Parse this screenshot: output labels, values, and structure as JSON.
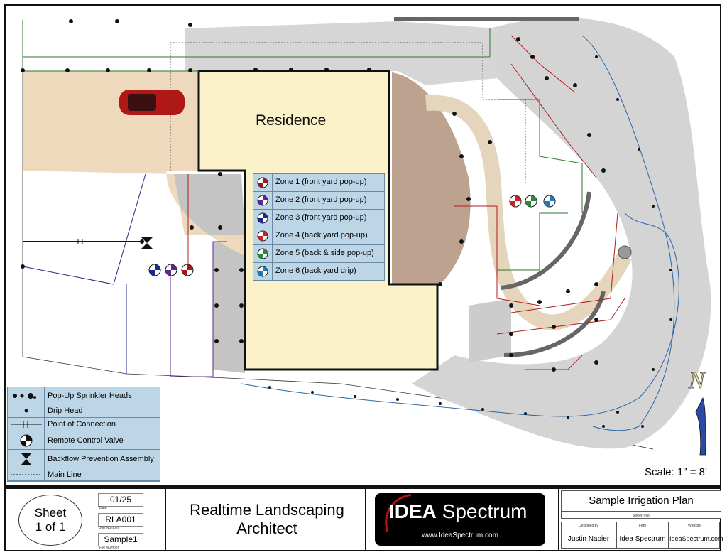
{
  "plan": {
    "residence_label": "Residence",
    "scale_text": "Scale: 1\" = 8'",
    "north_symbol": "N"
  },
  "legend": {
    "items": [
      {
        "icon": "popup-sprinkler-heads-icon",
        "label": "Pop-Up Sprinkler Heads"
      },
      {
        "icon": "drip-head-icon",
        "label": "Drip Head"
      },
      {
        "icon": "point-of-connection-icon",
        "label": "Point of Connection"
      },
      {
        "icon": "remote-control-valve-icon",
        "label": "Remote Control Valve"
      },
      {
        "icon": "backflow-prevention-icon",
        "label": "Backflow Prevention Assembly"
      },
      {
        "icon": "main-line-icon",
        "label": "Main Line"
      }
    ]
  },
  "zones": {
    "items": [
      {
        "label": "Zone 1 (front yard pop-up)",
        "color": "#9b1b1b"
      },
      {
        "label": "Zone 2 (front yard pop-up)",
        "color": "#5a2a8a"
      },
      {
        "label": "Zone 3 (front yard pop-up)",
        "color": "#1b2a8a"
      },
      {
        "label": "Zone 4 (back yard pop-up)",
        "color": "#c0282a"
      },
      {
        "label": "Zone 5 (back & side pop-up)",
        "color": "#2a8a3a"
      },
      {
        "label": "Zone 6 (back yard drip)",
        "color": "#1b7ab8"
      }
    ]
  },
  "title_block": {
    "sheet_word": "Sheet",
    "sheet_num": "1 of 1",
    "date": "01/25",
    "date_label": "Date",
    "job_number": "RLA001",
    "job_label": "Job Number",
    "file_number": "Sample1",
    "file_label": "File Number",
    "firm_line1": "Realtime Landscaping",
    "firm_line2": "Architect",
    "logo_main": "IDEA",
    "logo_sub": "Spectrum",
    "logo_url": "www.IdeaSpectrum.com",
    "sheet_title": "Sample Irrigation Plan",
    "sheet_title_label": "Sheet Title",
    "designed_by_label": "Designed by",
    "designed_by": "Justin Napier",
    "firm_label": "Firm",
    "firm": "Idea Spectrum",
    "website_label": "Website",
    "website": "IdeaSpectrum.com"
  },
  "colors": {
    "driveway": "#eed9bd",
    "residence": "#fbf2c9",
    "patio": "#bda38f",
    "walk": "#e6d5bd",
    "planting": "#cdcdcd",
    "main_line": "#2a7a2a",
    "zone3_line": "#1b2a8a",
    "zone4_line": "#b01c1c",
    "drip_line": "#2a64a8"
  }
}
